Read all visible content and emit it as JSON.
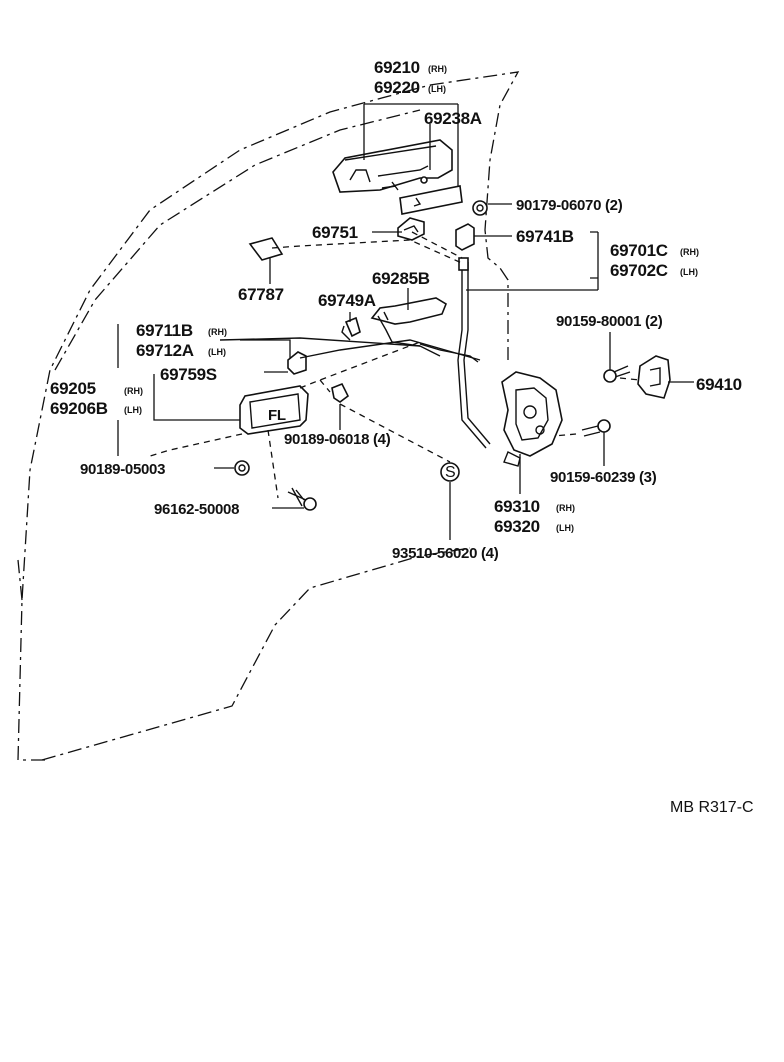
{
  "labels": {
    "p69210": "69210",
    "p69210_sub": "(RH)",
    "p69220": "69220",
    "p69220_sub": "(LH)",
    "p69238A": "69238A",
    "p90179": "90179-06070 (2)",
    "p69751": "69751",
    "p69741B": "69741B",
    "p69701C": "69701C",
    "p69701C_sub": "(RH)",
    "p69702C": "69702C",
    "p69702C_sub": "(LH)",
    "p69285B": "69285B",
    "p67787": "67787",
    "p69749A": "69749A",
    "p90159a": "90159-80001 (2)",
    "p69711B": "69711B",
    "p69711B_sub": "(RH)",
    "p69712A": "69712A",
    "p69712A_sub": "(LH)",
    "p69759S": "69759S",
    "p69410": "69410",
    "p69205": "69205",
    "p69205_sub": "(RH)",
    "p69206B": "69206B",
    "p69206B_sub": "(LH)",
    "p90189a": "90189-06018 (4)",
    "p90159b": "90159-60239 (3)",
    "p90189b": "90189-05003",
    "p69310": "69310",
    "p69310_sub": "(RH)",
    "p69320": "69320",
    "p69320_sub": "(LH)",
    "p96162": "96162-50008",
    "p93510": "93510-56020 (4)",
    "s_mark": "S",
    "fl_mark": "FL",
    "ref_code": "MB R317-C"
  }
}
